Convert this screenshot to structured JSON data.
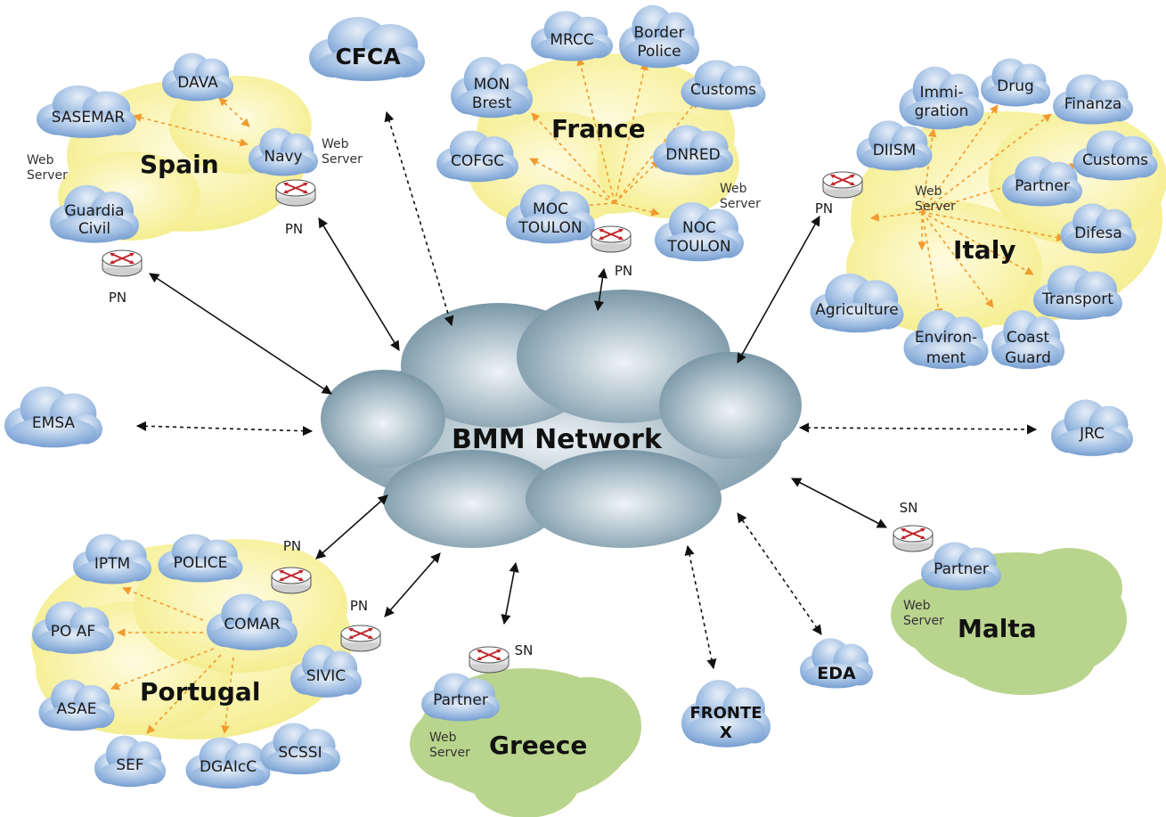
{
  "center": {
    "label": "BMM Network"
  },
  "regions": {
    "spain": "Spain",
    "france": "France",
    "italy": "Italy",
    "portugal": "Portugal",
    "greece": "Greece",
    "malta": "Malta"
  },
  "standalone": {
    "cfca": "CFCA",
    "emsa": "EMSA",
    "jrc": "JRC",
    "eda": "EDA",
    "frontex_line1": "FRONTE",
    "frontex_line2": "X"
  },
  "nodes": {
    "spain": {
      "dava": "DAVA",
      "sasemar": "SASEMAR",
      "navy": "Navy",
      "guardia_l1": "Guardia",
      "guardia_l2": "Civil"
    },
    "france": {
      "mrcc": "MRCC",
      "border_l1": "Border",
      "border_l2": "Police",
      "mon_l1": "MON",
      "mon_l2": "Brest",
      "customs": "Customs",
      "cofgc": "COFGC",
      "dnred": "DNRED",
      "moc_l1": "MOC",
      "moc_l2": "TOULON",
      "noc_l1": "NOC",
      "noc_l2": "TOULON"
    },
    "italy": {
      "immi_l1": "Immi-",
      "immi_l2": "gration",
      "drug": "Drug",
      "finanza": "Finanza",
      "diism": "DIISM",
      "customs": "Customs",
      "partner": "Partner",
      "difesa": "Difesa",
      "transport": "Transport",
      "agriculture": "Agriculture",
      "env_l1": "Environ-",
      "env_l2": "ment",
      "coast_l1": "Coast",
      "coast_l2": "Guard"
    },
    "portugal": {
      "iptm": "IPTM",
      "police": "POLICE",
      "comar": "COMAR",
      "poaf": "PO AF",
      "sivic": "SIVIC",
      "asae": "ASAE",
      "sef": "SEF",
      "dgaic": "DGAIcC",
      "scssi": "SCSSI"
    },
    "greece": {
      "partner": "Partner"
    },
    "malta": {
      "partner": "Partner"
    }
  },
  "labels": {
    "pn": "PN",
    "sn": "SN",
    "web": "Web",
    "server": "Server"
  },
  "colors": {
    "blue_node": "#7ea6d6",
    "center_cloud": "#7a98a8",
    "yellow_region": "#f2ec8a",
    "green_region": "#b9d58d",
    "orange_link": "#f29a2e",
    "router_red": "#c0272d"
  }
}
